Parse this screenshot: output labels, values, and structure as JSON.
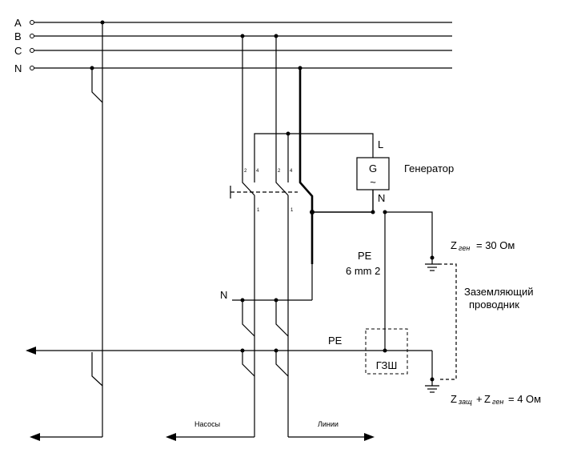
{
  "bus": {
    "a": "A",
    "b": "B",
    "c": "C",
    "n": "N"
  },
  "generator": {
    "symbol": "G",
    "sine": "~",
    "label": "Генератор",
    "l": "L",
    "n": "N"
  },
  "pe_conductor": {
    "name": "PE",
    "size": "6 mm 2"
  },
  "pe_bus": "PE",
  "load_neutral": "N",
  "gzsh": "ГЗШ",
  "z_gen": {
    "z": "Z",
    "sub": "ген",
    "value": "= 30 Ом"
  },
  "earth_conductor": {
    "line1": "Заземляющий",
    "line2": "проводник"
  },
  "z_sum": {
    "z1": "Z",
    "sub1": "защ",
    "plus": "+",
    "z2": "Z",
    "sub2": "ген",
    "value": "= 4 Ом"
  },
  "outputs": {
    "pumps": "Насосы",
    "lines": "Линии"
  },
  "switch_pins": {
    "top_left": "2",
    "top_right": "4",
    "bottom": "1"
  }
}
